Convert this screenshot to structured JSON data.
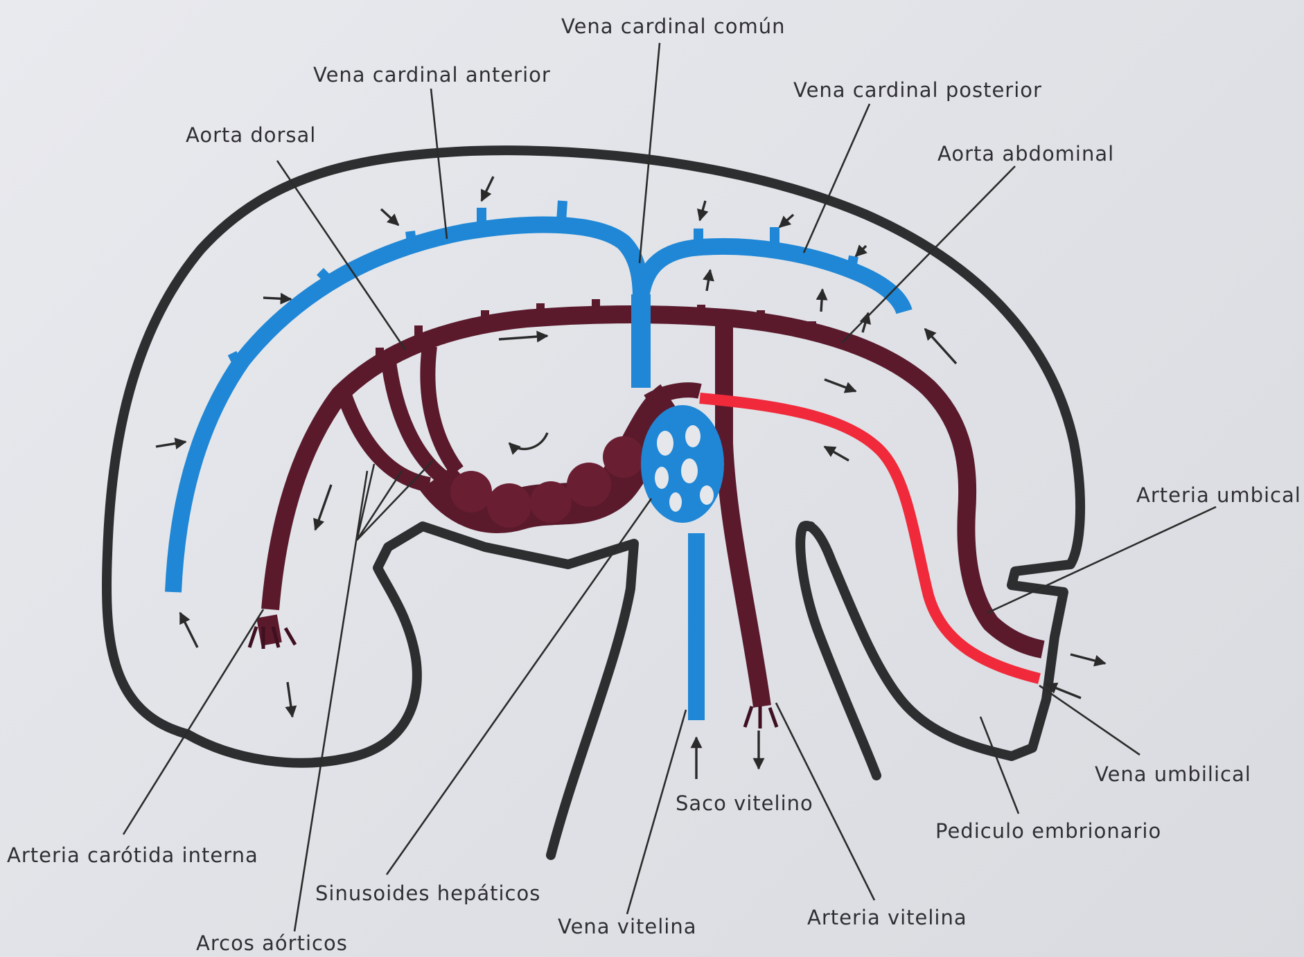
{
  "labels": {
    "vena_cardinal_comun": "Vena cardinal común",
    "vena_cardinal_anterior": "Vena cardinal anterior",
    "vena_cardinal_posterior": "Vena cardinal posterior",
    "aorta_dorsal": "Aorta dorsal",
    "aorta_abdominal": "Aorta abdominal",
    "arteria_umbical": "Arteria umbical",
    "vena_umbilical": "Vena umbilical",
    "pediculo_embrionario": "Pediculo embrionario",
    "saco_vitelino": "Saco vitelino",
    "arteria_vitelina": "Arteria vitelina",
    "vena_vitelina": "Vena vitelina",
    "sinusoides_hepaticos": "Sinusoides hepáticos",
    "arcos_aorticos": "Arcos aórticos",
    "arteria_carotida_interna": "Arteria carótida interna"
  },
  "colors": {
    "vein": "#1f87d6",
    "artery": "#5a1a2c",
    "umbilical_vein": "#f02a3a",
    "outline": "#2d2e2f"
  }
}
